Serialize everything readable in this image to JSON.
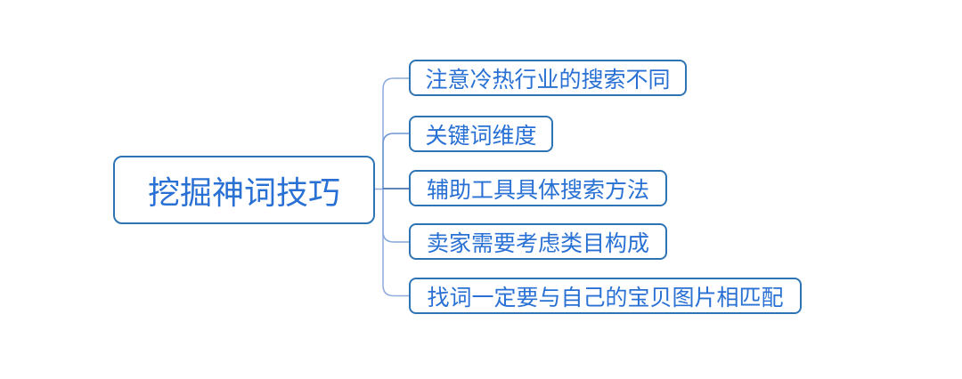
{
  "diagram": {
    "type": "mindmap",
    "root": {
      "label": "挖掘神词技巧"
    },
    "children": [
      {
        "label": "注意冷热行业的搜索不同"
      },
      {
        "label": "关键词维度"
      },
      {
        "label": "辅助工具具体搜索方法"
      },
      {
        "label": "卖家需要考虑类目构成"
      },
      {
        "label": "找词一定要与自己的宝贝图片相匹配"
      }
    ],
    "colors": {
      "background": "#ffffff",
      "node_fill": "#ffffff",
      "node_border": "#2e74b5",
      "node_text": "#2970d4",
      "connector_light": "#8faadc",
      "connector_medium": "#6c95d2",
      "connector_dark": "#2e5fa6"
    }
  }
}
